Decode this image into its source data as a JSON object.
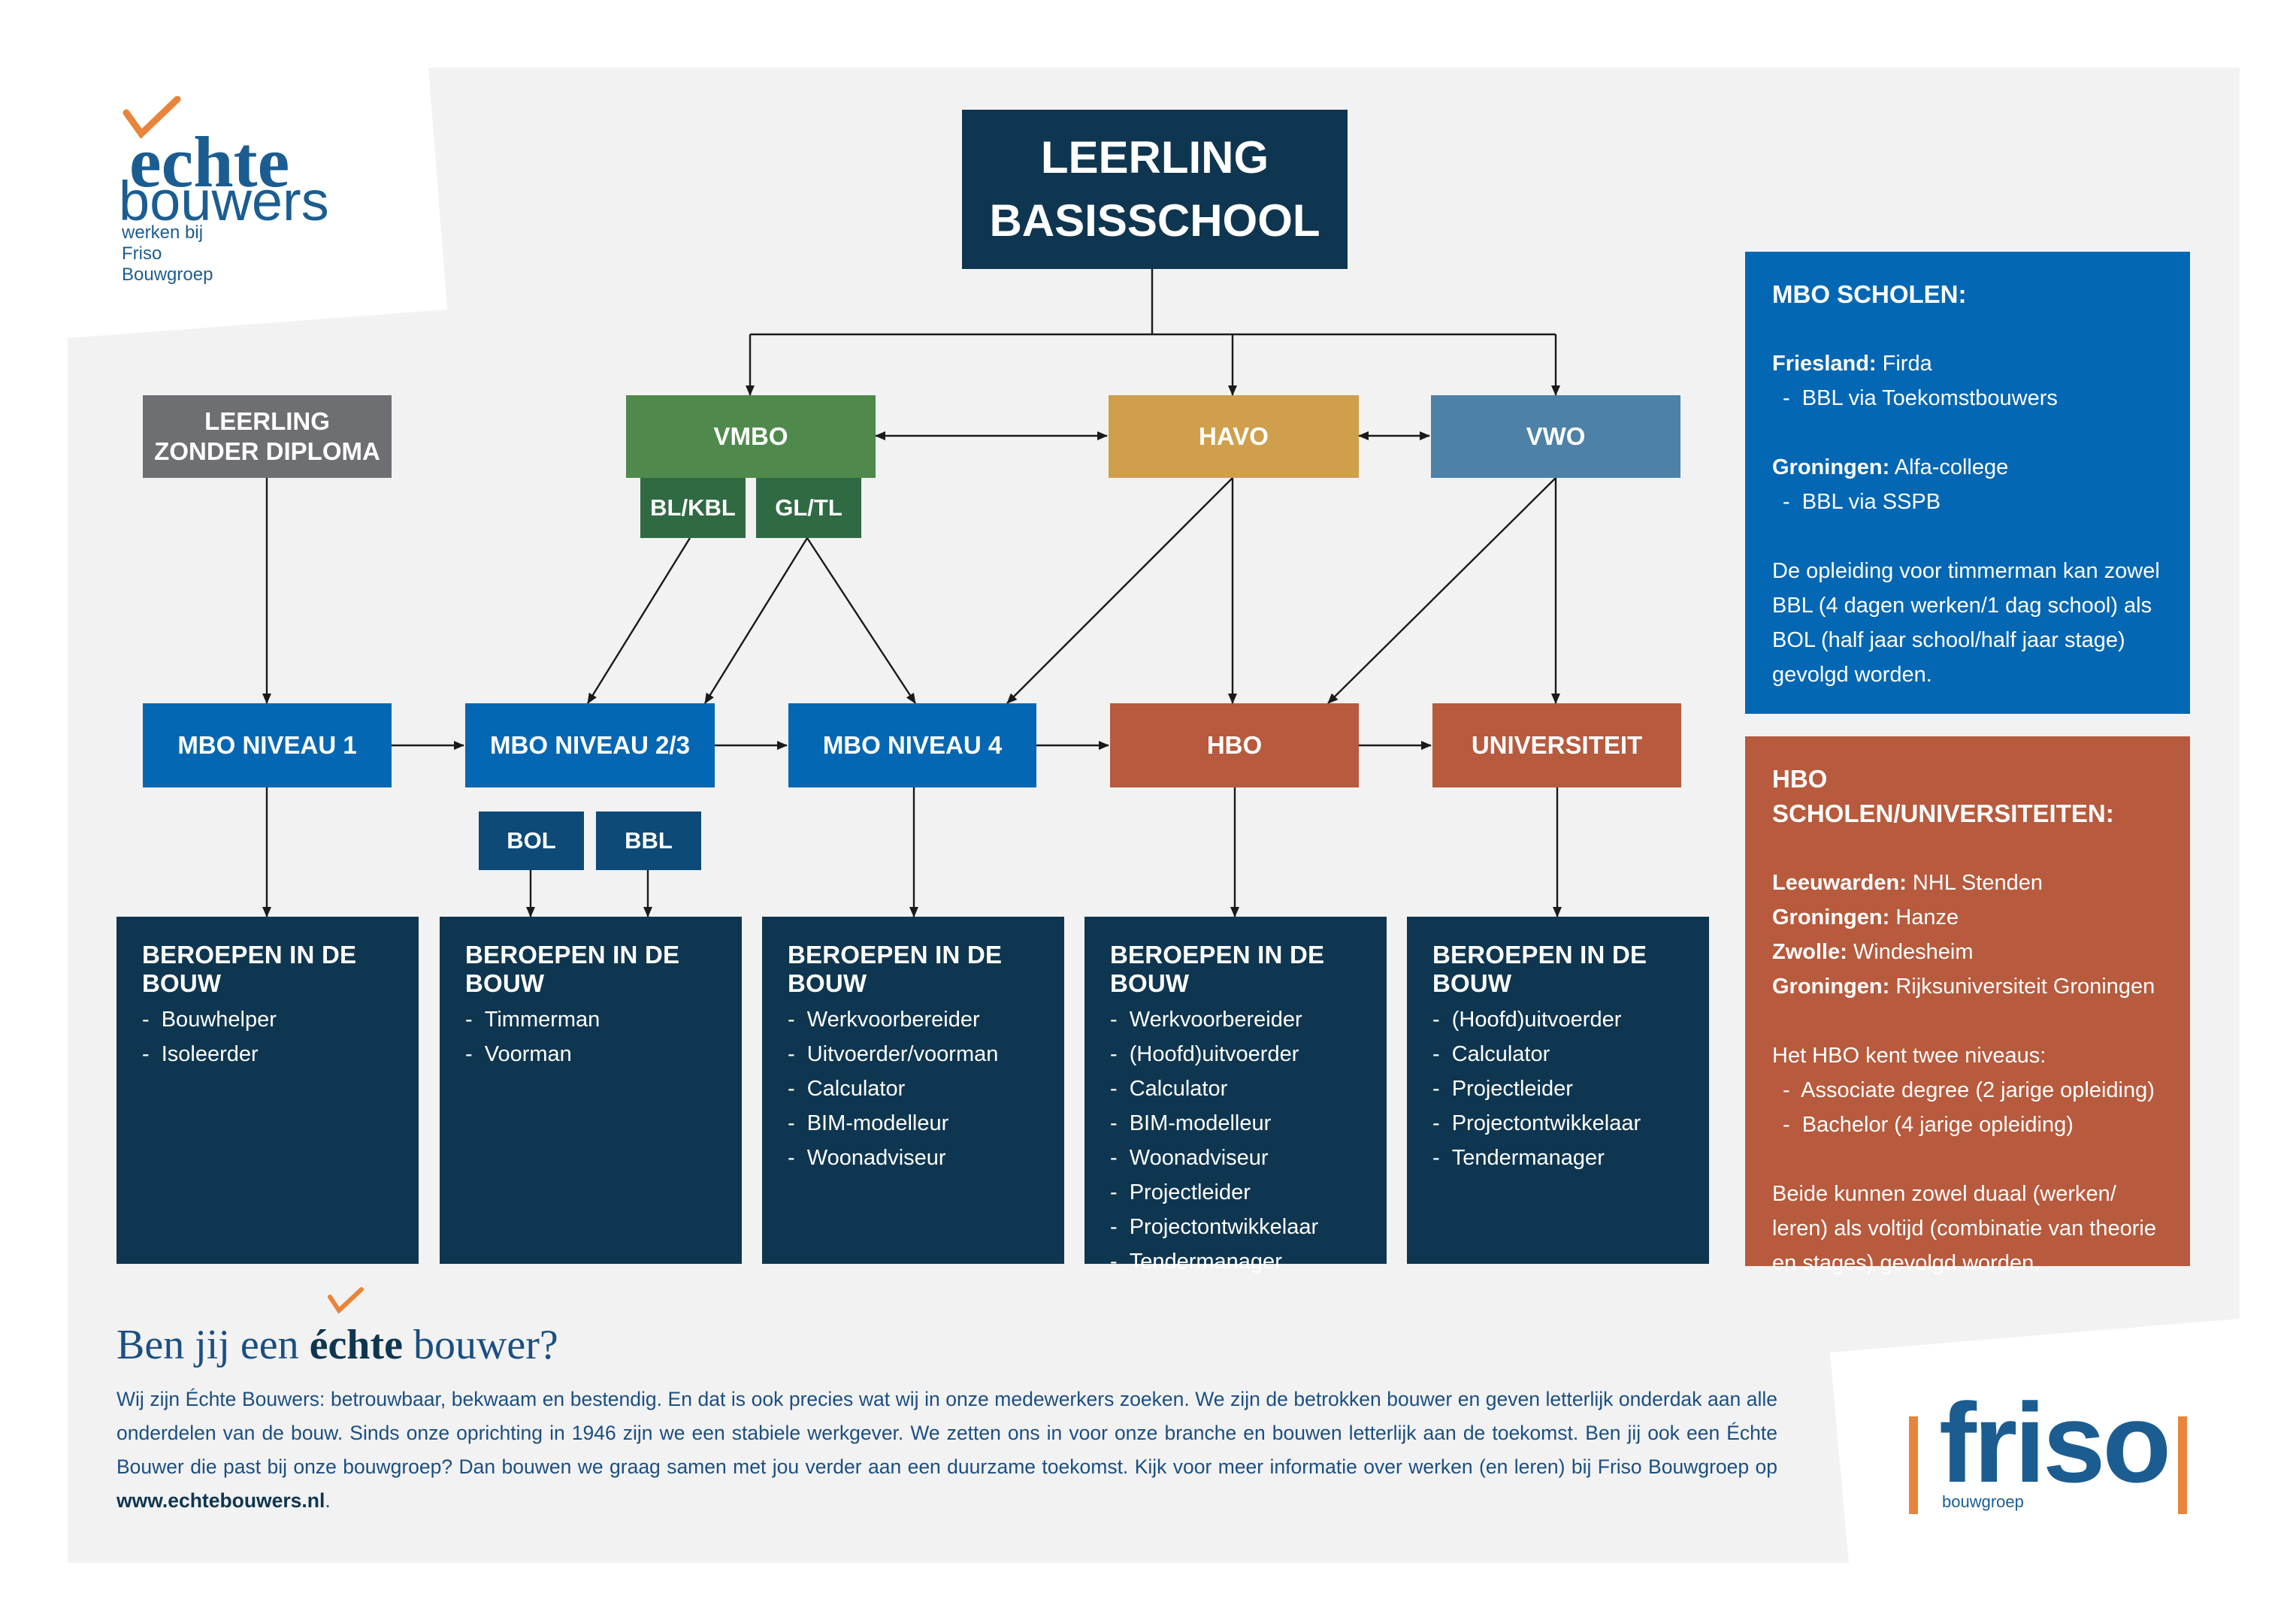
{
  "logo": {
    "echte": "echte",
    "bouwers": "bouwers",
    "tagline": "werken bij Friso Bouwgroep"
  },
  "root": "LEERLING\nBASISSCHOOL",
  "top_nodes": {
    "zonder": "LEERLING\nZONDER DIPLOMA",
    "vmbo": "VMBO",
    "havo": "HAVO",
    "vwo": "VWO",
    "blkbl": "BL/KBL",
    "gltl": "GL/TL"
  },
  "mid_nodes": {
    "mbo1": "MBO NIVEAU 1",
    "mbo23": "MBO NIVEAU 2/3",
    "mbo4": "MBO NIVEAU 4",
    "hbo": "HBO",
    "uni": "UNIVERSITEIT",
    "bol": "BOL",
    "bbl": "BBL"
  },
  "careers": [
    {
      "title": "BEROEPEN IN DE BOUW",
      "items": [
        "Bouwhelper",
        "Isoleerder"
      ]
    },
    {
      "title": "BEROEPEN IN DE BOUW",
      "items": [
        "Timmerman",
        "Voorman"
      ]
    },
    {
      "title": "BEROEPEN IN DE BOUW",
      "items": [
        "Werkvoorbereider",
        "Uitvoerder/voorman",
        "Calculator",
        "BIM-modelleur",
        "Woonadviseur"
      ]
    },
    {
      "title": "BEROEPEN IN DE  BOUW",
      "items": [
        "Werkvoorbereider",
        "(Hoofd)uitvoerder",
        "Calculator",
        "BIM-modelleur",
        "Woonadviseur",
        "Projectleider",
        "Projectontwikkelaar",
        "Tendermanager"
      ]
    },
    {
      "title": "BEROEPEN IN DE BOUW",
      "items": [
        "(Hoofd)uitvoerder",
        "Calculator",
        "Projectleider",
        "Projectontwikkelaar",
        "Tendermanager"
      ]
    }
  ],
  "mbo_panel": {
    "title": "MBO SCHOLEN:",
    "fr_label": "Friesland:",
    "fr_value": " Firda",
    "fr_sub": "BBL via Toekomstbouwers",
    "gr_label": "Groningen:",
    "gr_value": " Alfa-college",
    "gr_sub": "BBL via SSPB",
    "note": "De opleiding voor timmerman kan zowel BBL (4 dagen werken/1 dag school) als BOL (half jaar school/half jaar stage) gevolgd worden."
  },
  "hbo_panel": {
    "title": "HBO SCHOLEN/UNIVERSITEITEN:",
    "schools": [
      {
        "label": "Leeuwarden:",
        "value": " NHL Stenden"
      },
      {
        "label": "Groningen:",
        "value": " Hanze"
      },
      {
        "label": "Zwolle:",
        "value": " Windesheim"
      },
      {
        "label": "Groningen:",
        "value": " Rijksuniversiteit Groningen"
      }
    ],
    "levels_intro": "Het HBO kent twee niveaus:",
    "levels": [
      "Associate degree (2 jarige opleiding)",
      "Bachelor (4 jarige opleiding)"
    ],
    "note": "Beide kunnen zowel duaal (werken/ leren) als voltijd (combinatie van theorie en stages) gevolgd worden."
  },
  "footer": {
    "headline_pre": "Ben jij een ",
    "headline_echte": "échte",
    "headline_post": " bouwer?",
    "body": "Wij zijn Échte Bouwers: betrouwbaar, bekwaam en bestendig. En dat is ook precies wat wij in onze medewerkers zoeken. We zijn de betrokken bouwer en geven letterlijk onderdak aan alle onderdelen van de bouw. Sinds onze oprichting in 1946 zijn we een stabiele werkgever. We zetten ons in voor onze branche en bouwen letterlijk aan de toekomst. Ben jij ook een Échte Bouwer die past bij onze bouwgroep? Dan bouwen we graag samen met jou verder aan een duurzame toekomst. Kijk voor meer informatie over werken (en leren) bij Friso Bouwgroep op ",
    "link": "www.echtebouwers.nl",
    "end": "."
  },
  "friso": {
    "name": "friso",
    "sub": "bouwgroep"
  },
  "colors": {
    "navy": "#0f3650",
    "blue": "#0467b3",
    "gray": "#6e6f72",
    "green": "#4f8a4c",
    "darkgreen": "#2f6a43",
    "gold": "#cf9f4b",
    "steel": "#4d81a7",
    "rust": "#b75a3d",
    "orange": "#e8853a",
    "background": "#f2f2f2"
  }
}
